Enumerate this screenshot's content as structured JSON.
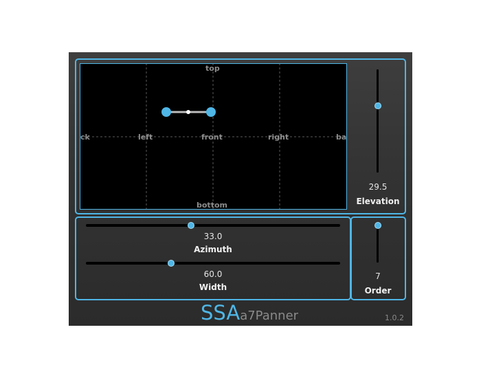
{
  "app": {
    "logo_prefix": "SSA",
    "logo_name": "a7Panner",
    "version": "1.0.2"
  },
  "field": {
    "labels": {
      "top": "top",
      "bottom": "bottom",
      "left": "left",
      "front": "front",
      "right": "right",
      "back_left": "ck",
      "back_right": "ba"
    }
  },
  "controls": {
    "elevation": {
      "label": "Elevation",
      "value": "29.5",
      "level": 0.66
    },
    "azimuth": {
      "label": "Azimuth",
      "value": "33.0",
      "level": 0.41
    },
    "width": {
      "label": "Width",
      "value": "60.0",
      "level": 0.33
    },
    "order": {
      "label": "Order",
      "value": "7",
      "level": 1.0
    }
  },
  "colors": {
    "accent": "#4fb6e6",
    "background": "#333333",
    "field": "#000000"
  }
}
